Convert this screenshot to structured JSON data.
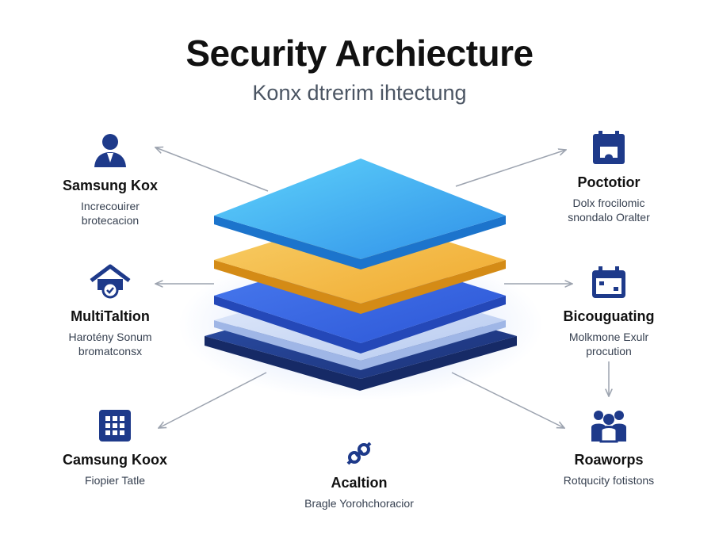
{
  "header": {
    "title": "Security Archiecture",
    "subtitle": "Konx dtrerim ihtectung"
  },
  "colors": {
    "brand": "#1e3a8a",
    "layer_top": "#38bdf8",
    "layer_gold": "#f5b83d",
    "layer_blue": "#3b6ee8",
    "layer_pale": "#c7d7f6",
    "layer_bottom": "#22408f",
    "connector": "#9ca3af"
  },
  "nodes": {
    "samsung_kox": {
      "icon": "person-icon",
      "name": "Samsung Kox",
      "desc_line1": "Increcouirer",
      "desc_line2": "brotecacion"
    },
    "multitaltion": {
      "icon": "house-shield-icon",
      "name": "MultiTaltion",
      "desc_line1": "Harotény Sonum",
      "desc_line2": "bromatconsx"
    },
    "camsung_koox": {
      "icon": "grid-icon",
      "name": "Camsung Koox",
      "desc_line1": "Fiopier Tatle"
    },
    "poctotior": {
      "icon": "puzzle-icon",
      "name": "Poctotior",
      "desc_line1": "Dolx frocilomic",
      "desc_line2": "snondalo Oralter"
    },
    "bicouguating": {
      "icon": "calendar-icon",
      "name": "Bicouguating",
      "desc_line1": "Molkmone Exulr",
      "desc_line2": "procution"
    },
    "roaworps": {
      "icon": "people-icon",
      "name": "Roaworps",
      "desc_line1": "Rotqucity fotistons"
    },
    "acaltion": {
      "icon": "link-icon",
      "name": "Acaltion",
      "desc_line1": "Bragle Yorohchoracior"
    }
  }
}
